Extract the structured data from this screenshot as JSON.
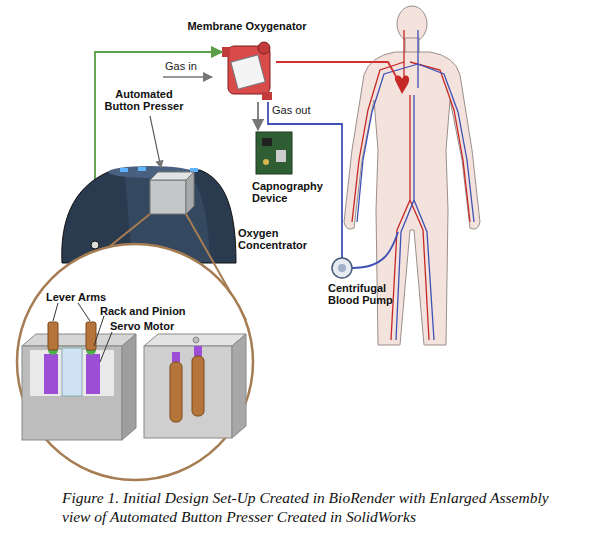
{
  "diagram": {
    "caption": "Figure 1. Initial Design Set-Up Created in BioRender with Enlarged Assembly view of Automated Button Presser Created in SolidWorks",
    "nodes": [
      {
        "text": [
          "Membrane Oxygenator"
        ]
      },
      {
        "text": [
          "Automated Button Presser"
        ]
      },
      {
        "text": [
          "Capnography Device"
        ]
      },
      {
        "text": [
          "Oxygen Concentrator"
        ]
      },
      {
        "text": [
          "Centrifugal Blood Pump"
        ]
      }
    ],
    "edges": [
      {
        "from": 3,
        "to": 0,
        "arrow": "to",
        "label": "Gas in"
      },
      {
        "from": 0,
        "to": 2,
        "arrow": "to",
        "label": "Gas out"
      },
      {
        "from": 4,
        "to": 0,
        "arrow": "none"
      }
    ],
    "labels": [
      "Lever Arms",
      "Rack and Pinion",
      "Servo Motor"
    ]
  }
}
